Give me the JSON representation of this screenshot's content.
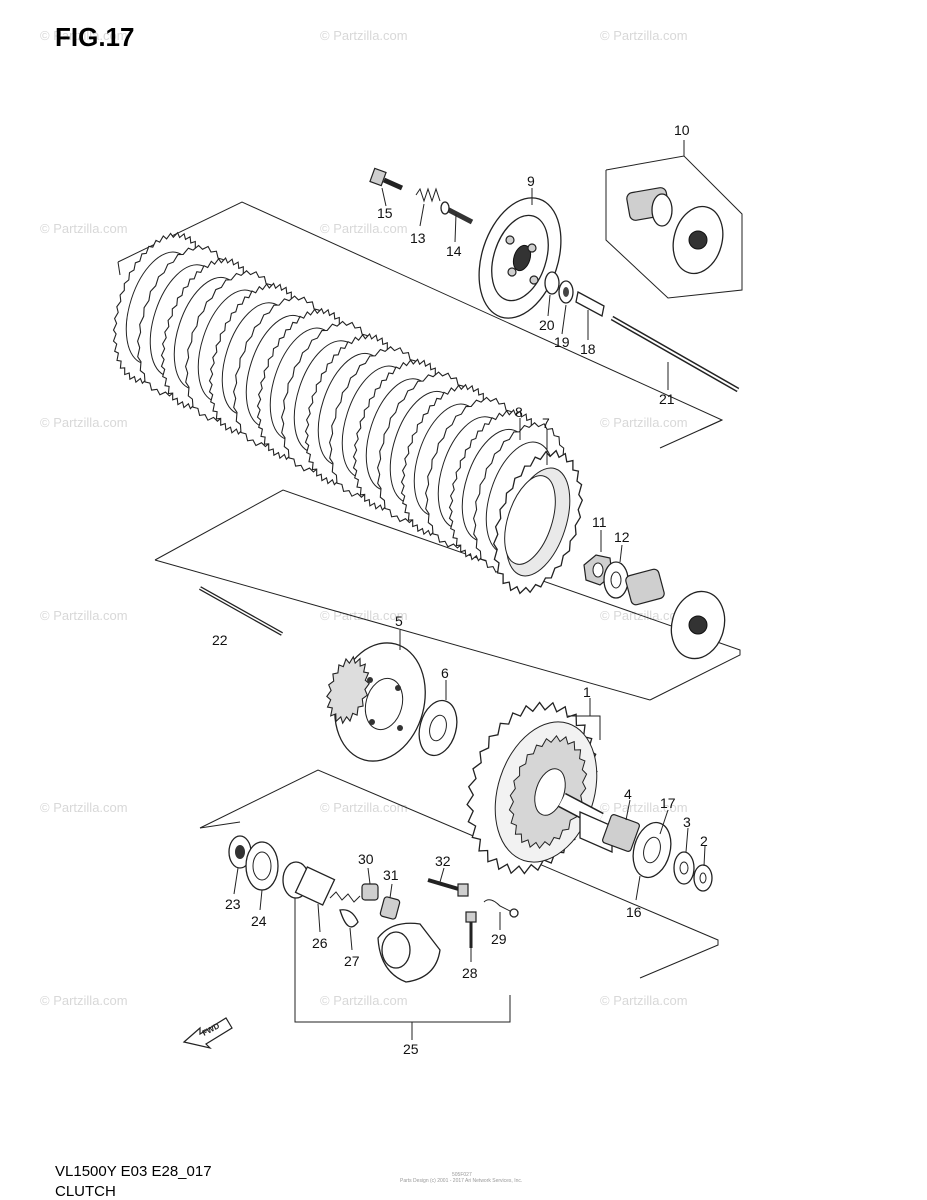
{
  "figure": {
    "title": "FIG.17",
    "model_code": "VL1500Y E03 E28_017",
    "section_name": "CLUTCH",
    "watermark": "© Partzilla.com",
    "fine_print_1": "505F027",
    "fine_print_2": "Parts Design (c) 2001 - 2017 Ari Network Services, Inc."
  },
  "callouts": [
    {
      "id": "c1",
      "label": "1"
    },
    {
      "id": "c2",
      "label": "2"
    },
    {
      "id": "c3",
      "label": "3"
    },
    {
      "id": "c4",
      "label": "4"
    },
    {
      "id": "c5",
      "label": "5"
    },
    {
      "id": "c6",
      "label": "6"
    },
    {
      "id": "c7",
      "label": "7"
    },
    {
      "id": "c8",
      "label": "8"
    },
    {
      "id": "c9",
      "label": "9"
    },
    {
      "id": "c10",
      "label": "10"
    },
    {
      "id": "c11",
      "label": "11"
    },
    {
      "id": "c12",
      "label": "12"
    },
    {
      "id": "c13",
      "label": "13"
    },
    {
      "id": "c14",
      "label": "14"
    },
    {
      "id": "c15",
      "label": "15"
    },
    {
      "id": "c16",
      "label": "16"
    },
    {
      "id": "c17",
      "label": "17"
    },
    {
      "id": "c18",
      "label": "18"
    },
    {
      "id": "c19",
      "label": "19"
    },
    {
      "id": "c20",
      "label": "20"
    },
    {
      "id": "c21",
      "label": "21"
    },
    {
      "id": "c22",
      "label": "22"
    },
    {
      "id": "c23",
      "label": "23"
    },
    {
      "id": "c24",
      "label": "24"
    },
    {
      "id": "c25",
      "label": "25"
    },
    {
      "id": "c26",
      "label": "26"
    },
    {
      "id": "c27",
      "label": "27"
    },
    {
      "id": "c28",
      "label": "28"
    },
    {
      "id": "c29",
      "label": "29"
    },
    {
      "id": "c30",
      "label": "30"
    },
    {
      "id": "c31",
      "label": "31"
    },
    {
      "id": "c32",
      "label": "32"
    }
  ],
  "fwd_arrow": {
    "label": "FWD",
    "icon": "forward-arrow-icon"
  }
}
